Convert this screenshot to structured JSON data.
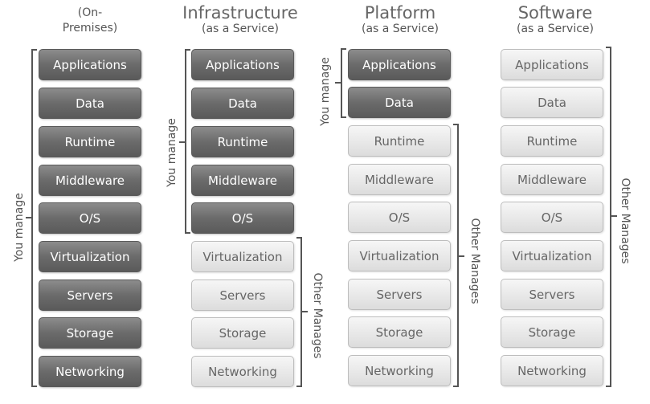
{
  "columns": [
    {
      "id": "on-premises",
      "title_line1": "(On-",
      "title_line2": "Premises)",
      "managed_label": "You manage"
    },
    {
      "id": "iaas",
      "title": "Infrastructure",
      "subtitle": "(as a Service)",
      "managed_label": "You manage",
      "other_label": "Other Manages"
    },
    {
      "id": "paas",
      "title": "Platform",
      "subtitle": "(as a Service)",
      "managed_label": "You manage",
      "other_label": "Other Manages"
    },
    {
      "id": "saas",
      "title": "Software",
      "subtitle": "(as a Service)",
      "other_label": "Other Manages"
    }
  ],
  "layers": [
    "Applications",
    "Data",
    "Runtime",
    "Middleware",
    "O/S",
    "Virtualization",
    "Servers",
    "Storage",
    "Networking"
  ],
  "colors": {
    "you_manage": "#6b6b6b",
    "other_manages": "#e6e6e6"
  }
}
